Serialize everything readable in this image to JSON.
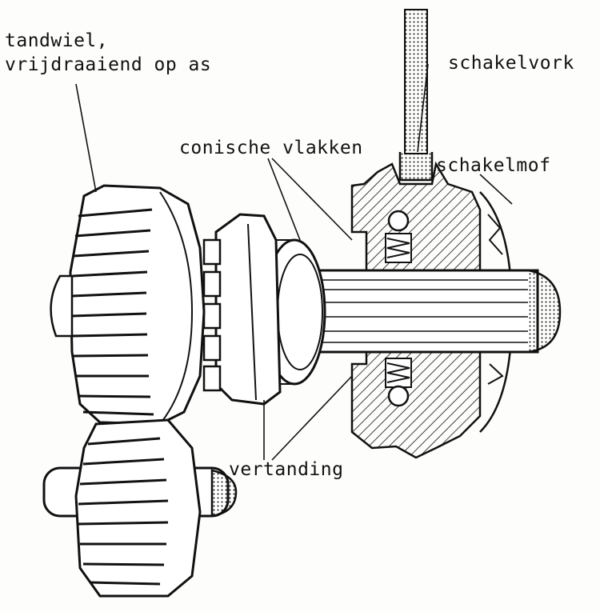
{
  "labels": {
    "tandwiel_line1": "tandwiel,",
    "tandwiel_line2": "vrijdraaiend op as",
    "schakelvork": "schakelvork",
    "conische_vlakken": "conische vlakken",
    "schakelmof": "schakelmof",
    "vertanding": "vertanding"
  },
  "colors": {
    "ink": "#111111",
    "paper": "#fdfdfb"
  }
}
